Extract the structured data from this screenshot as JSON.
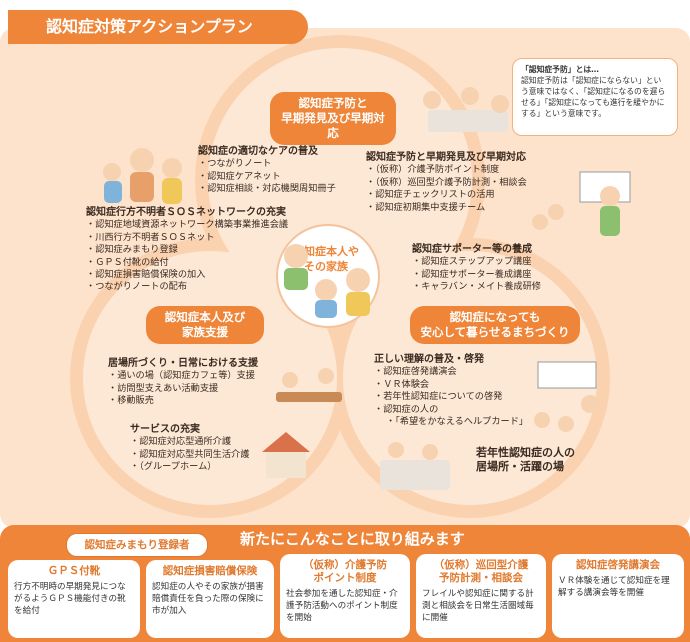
{
  "header": {
    "title": "認知症対策アクションプラン"
  },
  "note": {
    "title": "「認知症予防」とは…",
    "body": "認知症予防は「認知症にならない」という意味ではなく、「認知症になるのを遅らせる」「認知症になっても進行を緩やかにする」という意味です。"
  },
  "circles": {
    "top_pill": "認知症予防と\n早期発見及び早期対応",
    "left_pill": "認知症本人及び\n家族支援",
    "right_pill": "認知症になっても\n安心して暮らせるまちづくり",
    "center": "認知症本人や\nその家族"
  },
  "blocks": {
    "care": {
      "heading": "認知症の適切なケアの普及",
      "items": [
        "つながりノート",
        "認知症ケアネット",
        "認知症相談・対応機関周知冊子"
      ]
    },
    "sos": {
      "heading": "認知症行方不明者ＳＯＳネットワークの充実",
      "items": [
        "認知症地域資源ネットワーク構築事業推進会議",
        "川西行方不明者ＳＯＳネット",
        "認知症みまもり登録",
        "ＧＰＳ付靴の給付",
        "認知症損害賠償保険の加入",
        "つながりノートの配布"
      ]
    },
    "prevention": {
      "heading": "認知症予防と早期発見及び早期対応",
      "items": [
        "（仮称）介護予防ポイント制度",
        "（仮称）巡回型介護予防計測・相談会",
        "認知症チェックリストの活用",
        "認知症初期集中支援チーム"
      ]
    },
    "supporter": {
      "heading": "認知症サポーター等の養成",
      "items": [
        "認知症ステップアップ講座",
        "認知症サポーター養成講座",
        "キャラバン・メイト養成研修"
      ]
    },
    "place": {
      "heading": "居場所づくり・日常における支援",
      "items": [
        "通いの場（認知症カフェ等）支援",
        "訪問型支えあい活動支援",
        "移動販売"
      ]
    },
    "service": {
      "heading": "サービスの充実",
      "items": [
        "認知症対応型通所介護",
        "認知症対応型共同生活介護",
        "（グループホーム）"
      ]
    },
    "understanding": {
      "heading": "正しい理解の普及・啓発",
      "items": [
        "認知症啓発講演会",
        "ＶＲ体験会",
        "若年性認知症についての啓発",
        "認知症の人の",
        "「希望をかなえるヘルプカード」"
      ]
    },
    "young": {
      "heading": "若年性認知症の人の\n居場所・活躍の場"
    }
  },
  "bottom": {
    "title": "新たにこんなことに取り組みます",
    "registrant": "認知症みまもり登録者",
    "cards": [
      {
        "title": "ＧＰＳ付靴",
        "body": "行方不明時の早期発見につながるようＧＰＳ機能付きの靴を給付"
      },
      {
        "title": "認知症損害賠償保険",
        "body": "認知症の人やその家族が損害賠償責任を負った際の保険に市が加入"
      },
      {
        "title": "（仮称）介護予防\nポイント制度",
        "body": "社会参加を通した認知症・介護予防活動へのポイント制度を開始"
      },
      {
        "title": "（仮称）巡回型介護\n予防計測・相談会",
        "body": "フレイルや認知症に関する計測と相談会を日常生活圏域毎に開催"
      },
      {
        "title": "認知症啓発講演会",
        "body": "ＶＲ体験を通じて認知症を理解する講演会等を開催"
      }
    ]
  },
  "colors": {
    "accent": "#ee8538",
    "light": "#fbd9bd",
    "lighter": "#fde8d6"
  }
}
